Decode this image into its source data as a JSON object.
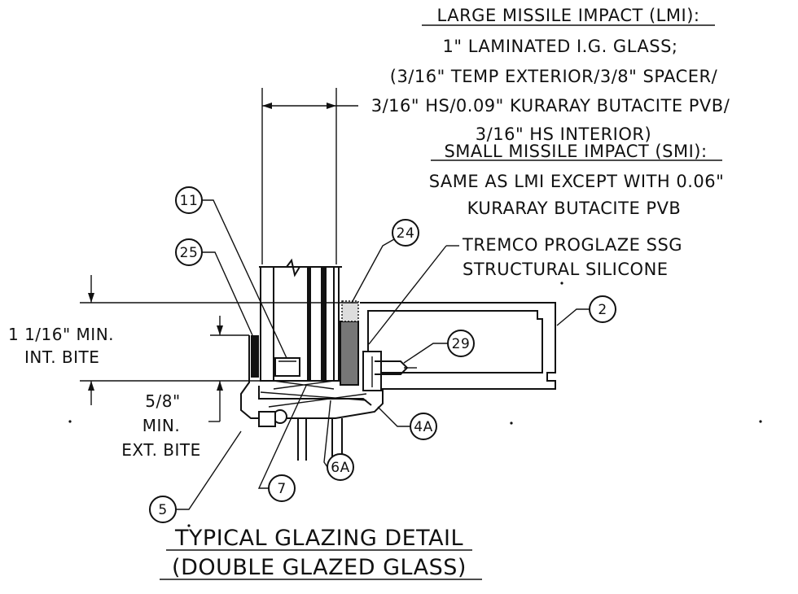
{
  "spec": {
    "lmi_heading": "LARGE MISSILE IMPACT (LMI):",
    "lmi_lines": [
      "1\" LAMINATED I.G. GLASS;",
      "(3/16\" TEMP EXTERIOR/3/8\" SPACER/",
      "3/16\" HS/0.09\" KURARAY BUTACITE PVB/",
      "3/16\" HS INTERIOR)"
    ],
    "smi_heading": "SMALL MISSILE IMPACT (SMI):",
    "smi_lines": [
      "SAME AS LMI EXCEPT WITH 0.06\"",
      "KURARAY BUTACITE PVB"
    ]
  },
  "silicone_note": [
    "TREMCO PROGLAZE SSG",
    "STRUCTURAL SILICONE"
  ],
  "dimensions": {
    "int_bite": [
      "1 1/16\" MIN.",
      "INT. BITE"
    ],
    "ext_bite": [
      "5/8\"",
      "MIN.",
      "EXT. BITE"
    ]
  },
  "callouts": [
    "11",
    "25",
    "24",
    "2",
    "29",
    "4A",
    "5",
    "7",
    "6A"
  ],
  "title": {
    "line1": "TYPICAL GLAZING DETAIL",
    "line2": "(DOUBLE GLAZED GLASS)"
  }
}
